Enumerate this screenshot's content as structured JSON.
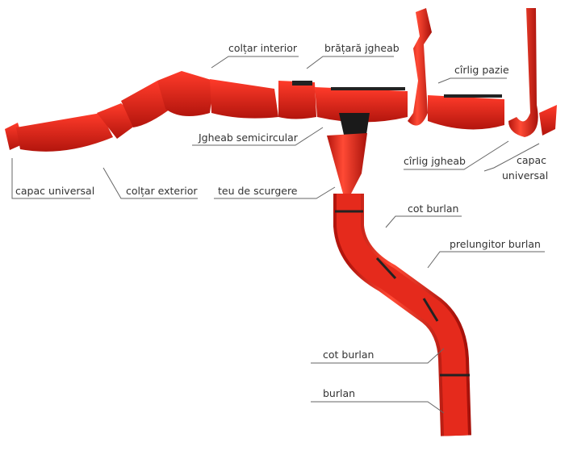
{
  "title": "Sistem jgheab si burlan",
  "colors": {
    "part": "#e8231a",
    "part_dark": "#a8140e",
    "shadow": "#0e2a1e",
    "text": "#333333"
  },
  "labels": {
    "coltar_interior": "colțar interior",
    "bratara_jgheab": "brățară jgheab",
    "cirlig_pazie": "cîrlig pazie",
    "jgheab_semicircular": "Jgheab semicircular",
    "cirlig_jgheab": "cîrlig jgheab",
    "capac_universal_right_1": "capac",
    "capac_universal_right_2": "universal",
    "capac_universal_left": "capac universal",
    "coltar_exterior": "colțar exterior",
    "teu_de_scurgere": "teu de scurgere",
    "cot_burlan_top": "cot burlan",
    "prelungitor_burlan": "prelungitor burlan",
    "cot_burlan_bottom": "cot burlan",
    "burlan": "burlan"
  }
}
